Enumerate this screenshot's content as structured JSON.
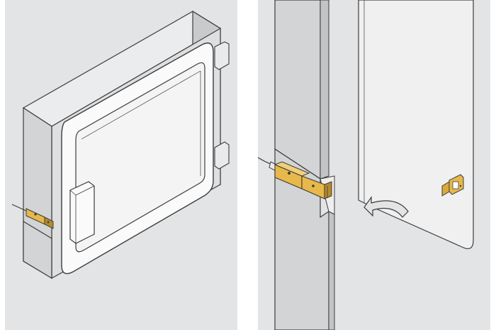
{
  "figure": {
    "panels": [
      {
        "id": "left",
        "depicts": "enclosure-with-hinged-door-and-door-switch"
      },
      {
        "id": "right",
        "depicts": "door-frame-closeup-switch-and-actuator"
      }
    ],
    "colors": {
      "panel_bg": "#e3e4e5",
      "housing_front": "#dedfe0",
      "housing_top": "#ebeced",
      "housing_side": "#c9cacc",
      "interior": "#f4f4f4",
      "door_frame": "#fafafa",
      "outline": "#3c3c3c",
      "switch_yellow": "#e7b84a",
      "switch_dark": "#b78a2a"
    },
    "icons": {
      "rotation_arrow": "curved-arrow-icon"
    }
  }
}
